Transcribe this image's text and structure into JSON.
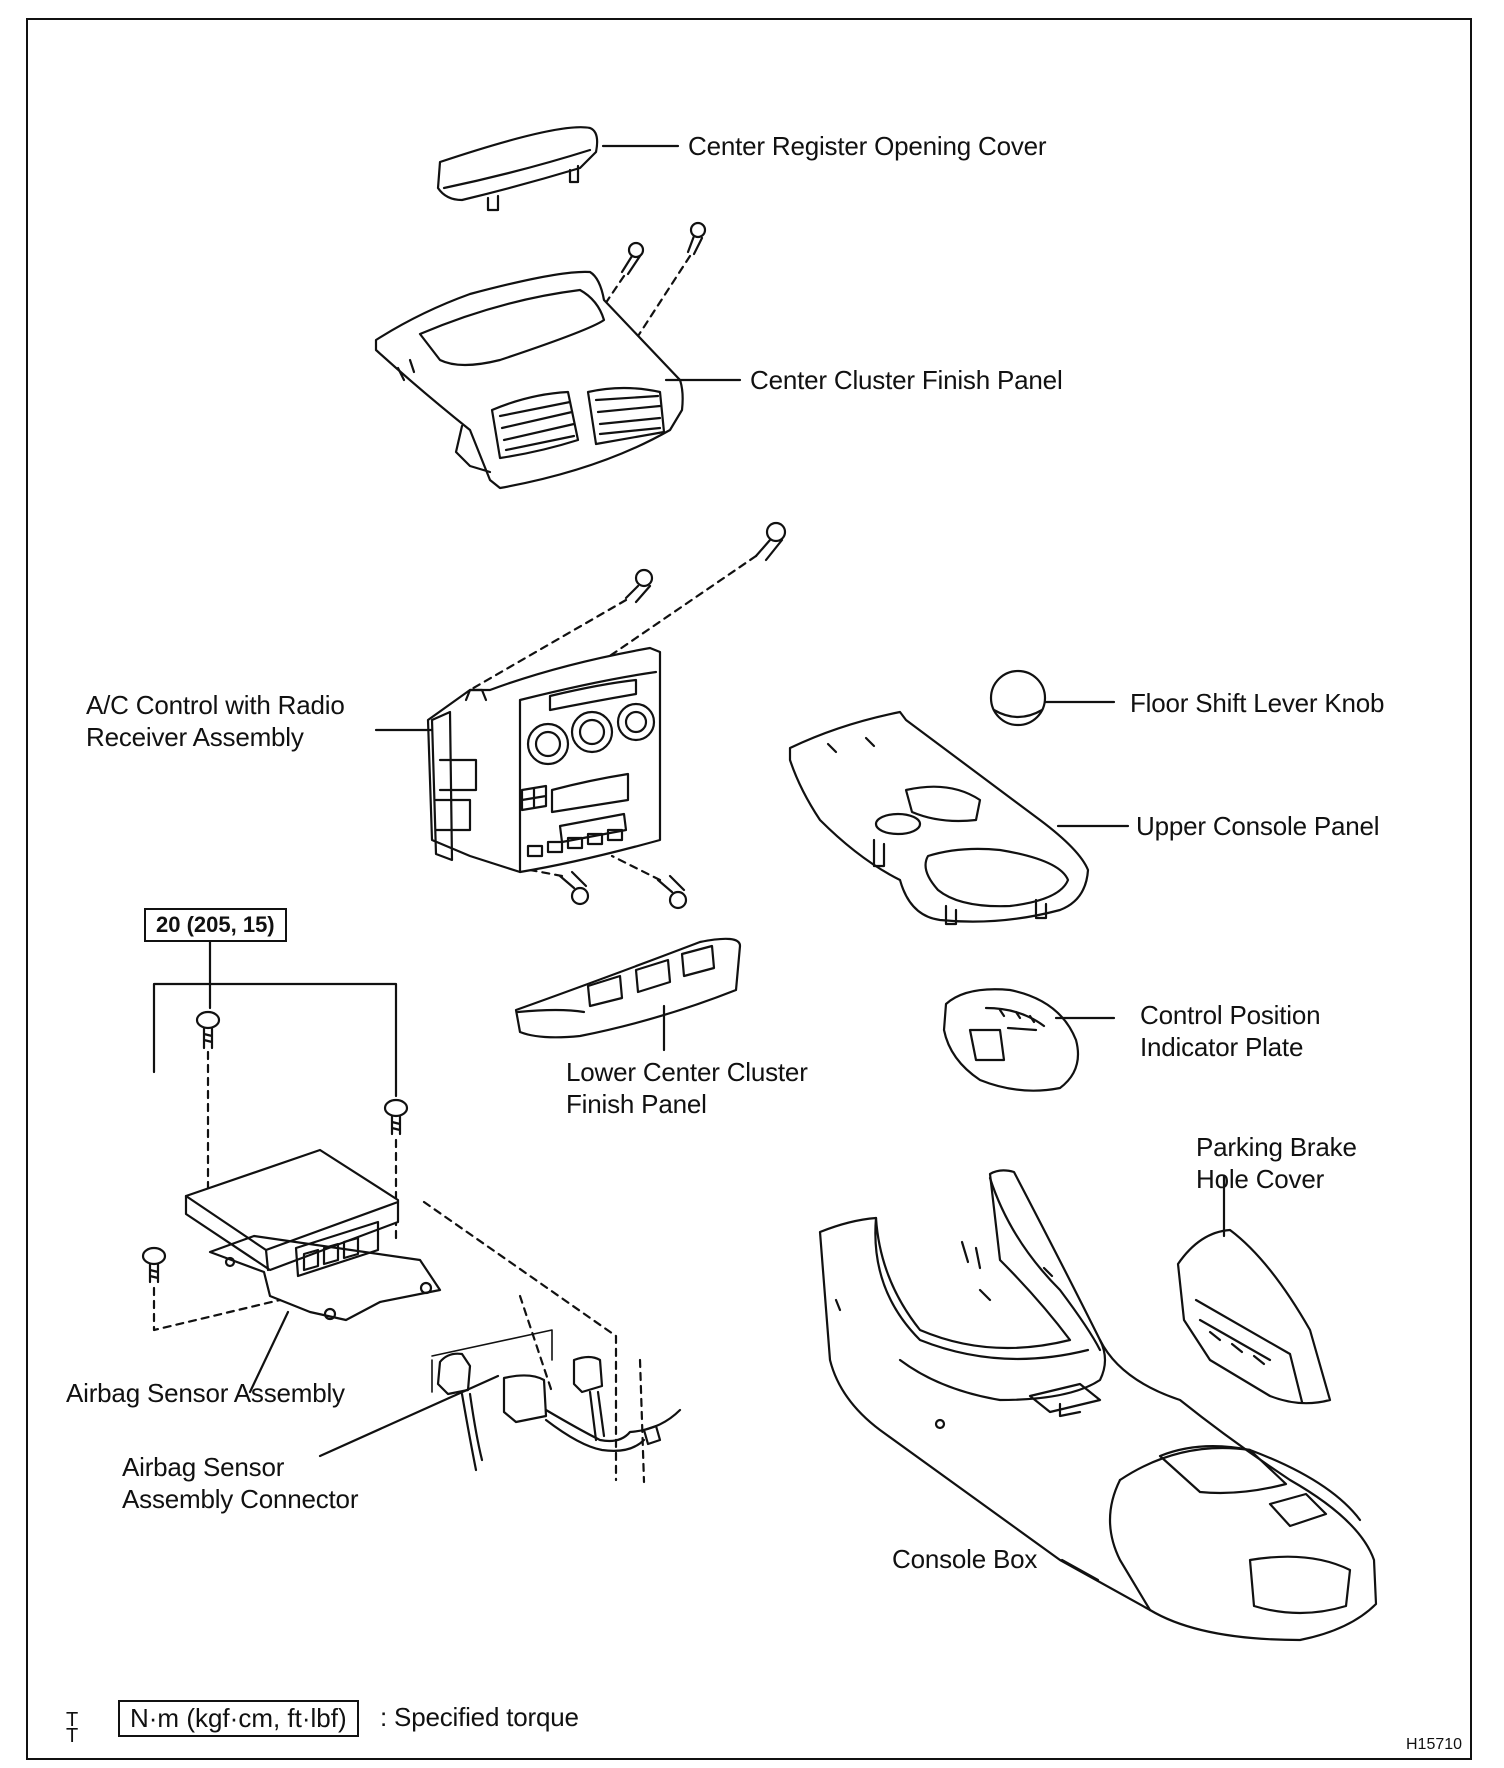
{
  "labels": {
    "center_register_opening_cover": "Center Register Opening Cover",
    "center_cluster_finish_panel": "Center Cluster Finish Panel",
    "ac_control_line1": "A/C Control with Radio",
    "ac_control_line2": "Receiver Assembly",
    "floor_shift_lever_knob": "Floor Shift Lever Knob",
    "upper_console_panel": "Upper Console Panel",
    "control_position_line1": "Control Position",
    "control_position_line2": "Indicator Plate",
    "lower_center_line1": "Lower Center Cluster",
    "lower_center_line2": "Finish Panel",
    "parking_brake_line1": "Parking Brake",
    "parking_brake_line2": "Hole Cover",
    "airbag_sensor_assembly": "Airbag Sensor Assembly",
    "airbag_connector_line1": "Airbag Sensor",
    "airbag_connector_line2": "Assembly Connector",
    "console_box": "Console Box"
  },
  "torque": {
    "value": "20 (205, 15)"
  },
  "legend": {
    "symbol": "T",
    "unit_box": "N·m (kgf·cm, ft·lbf)",
    "text": ": Specified torque"
  },
  "figure_id": "H15710"
}
